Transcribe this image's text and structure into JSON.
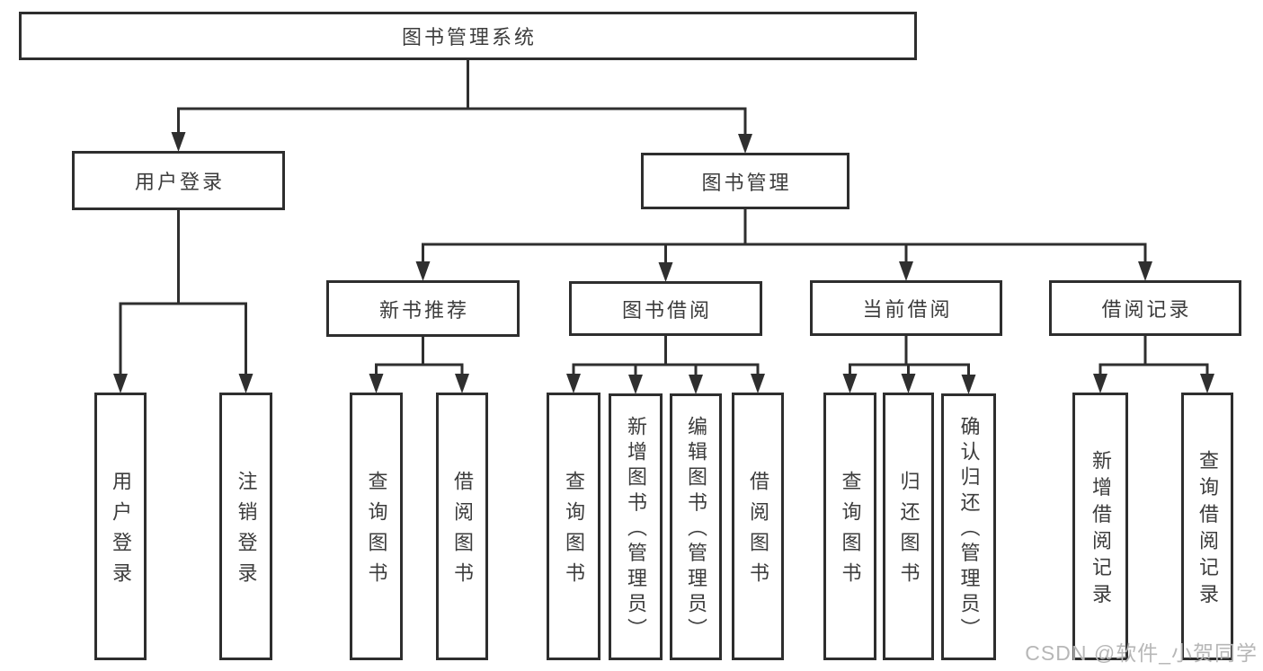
{
  "diagram": {
    "colors": {
      "line": "#2f2f2f",
      "box_border": "#2e2e2e",
      "text": "#3c3c3c",
      "background": "#ffffff",
      "watermark": "#b7b7b7"
    },
    "nodes": [
      {
        "id": "root",
        "label": "图书管理系统",
        "parent": null,
        "orientation": "horizontal"
      },
      {
        "id": "user-login",
        "label": "用户登录",
        "parent": "root",
        "orientation": "horizontal"
      },
      {
        "id": "book-mgmt",
        "label": "图书管理",
        "parent": "root",
        "orientation": "horizontal"
      },
      {
        "id": "login",
        "label": "用户登录",
        "parent": "user-login",
        "orientation": "vertical"
      },
      {
        "id": "logout",
        "label": "注销登录",
        "parent": "user-login",
        "orientation": "vertical"
      },
      {
        "id": "new-book-rec",
        "label": "新书推荐",
        "parent": "book-mgmt",
        "orientation": "horizontal"
      },
      {
        "id": "book-borrow",
        "label": "图书借阅",
        "parent": "book-mgmt",
        "orientation": "horizontal"
      },
      {
        "id": "current-borrow",
        "label": "当前借阅",
        "parent": "book-mgmt",
        "orientation": "horizontal"
      },
      {
        "id": "borrow-records",
        "label": "借阅记录",
        "parent": "book-mgmt",
        "orientation": "horizontal"
      },
      {
        "id": "rec-query-book",
        "label": "查询图书",
        "parent": "new-book-rec",
        "orientation": "vertical"
      },
      {
        "id": "rec-borrow-book",
        "label": "借阅图书",
        "parent": "new-book-rec",
        "orientation": "vertical"
      },
      {
        "id": "bb-query-book",
        "label": "查询图书",
        "parent": "book-borrow",
        "orientation": "vertical"
      },
      {
        "id": "bb-add-book",
        "label": "新增图书（管理员）",
        "parent": "book-borrow",
        "orientation": "vertical"
      },
      {
        "id": "bb-edit-book",
        "label": "编辑图书（管理员）",
        "parent": "book-borrow",
        "orientation": "vertical"
      },
      {
        "id": "bb-borrow-book",
        "label": "借阅图书",
        "parent": "book-borrow",
        "orientation": "vertical"
      },
      {
        "id": "cb-query-book",
        "label": "查询图书",
        "parent": "current-borrow",
        "orientation": "vertical"
      },
      {
        "id": "cb-return-book",
        "label": "归还图书",
        "parent": "current-borrow",
        "orientation": "vertical"
      },
      {
        "id": "cb-confirm-return",
        "label": "确认归还（管理员）",
        "parent": "current-borrow",
        "orientation": "vertical"
      },
      {
        "id": "br-add-record",
        "label": "新增借阅记录",
        "parent": "borrow-records",
        "orientation": "vertical"
      },
      {
        "id": "br-query-record",
        "label": "查询借阅记录",
        "parent": "borrow-records",
        "orientation": "vertical"
      }
    ],
    "watermark": "CSDN @软件_小贺同学"
  }
}
